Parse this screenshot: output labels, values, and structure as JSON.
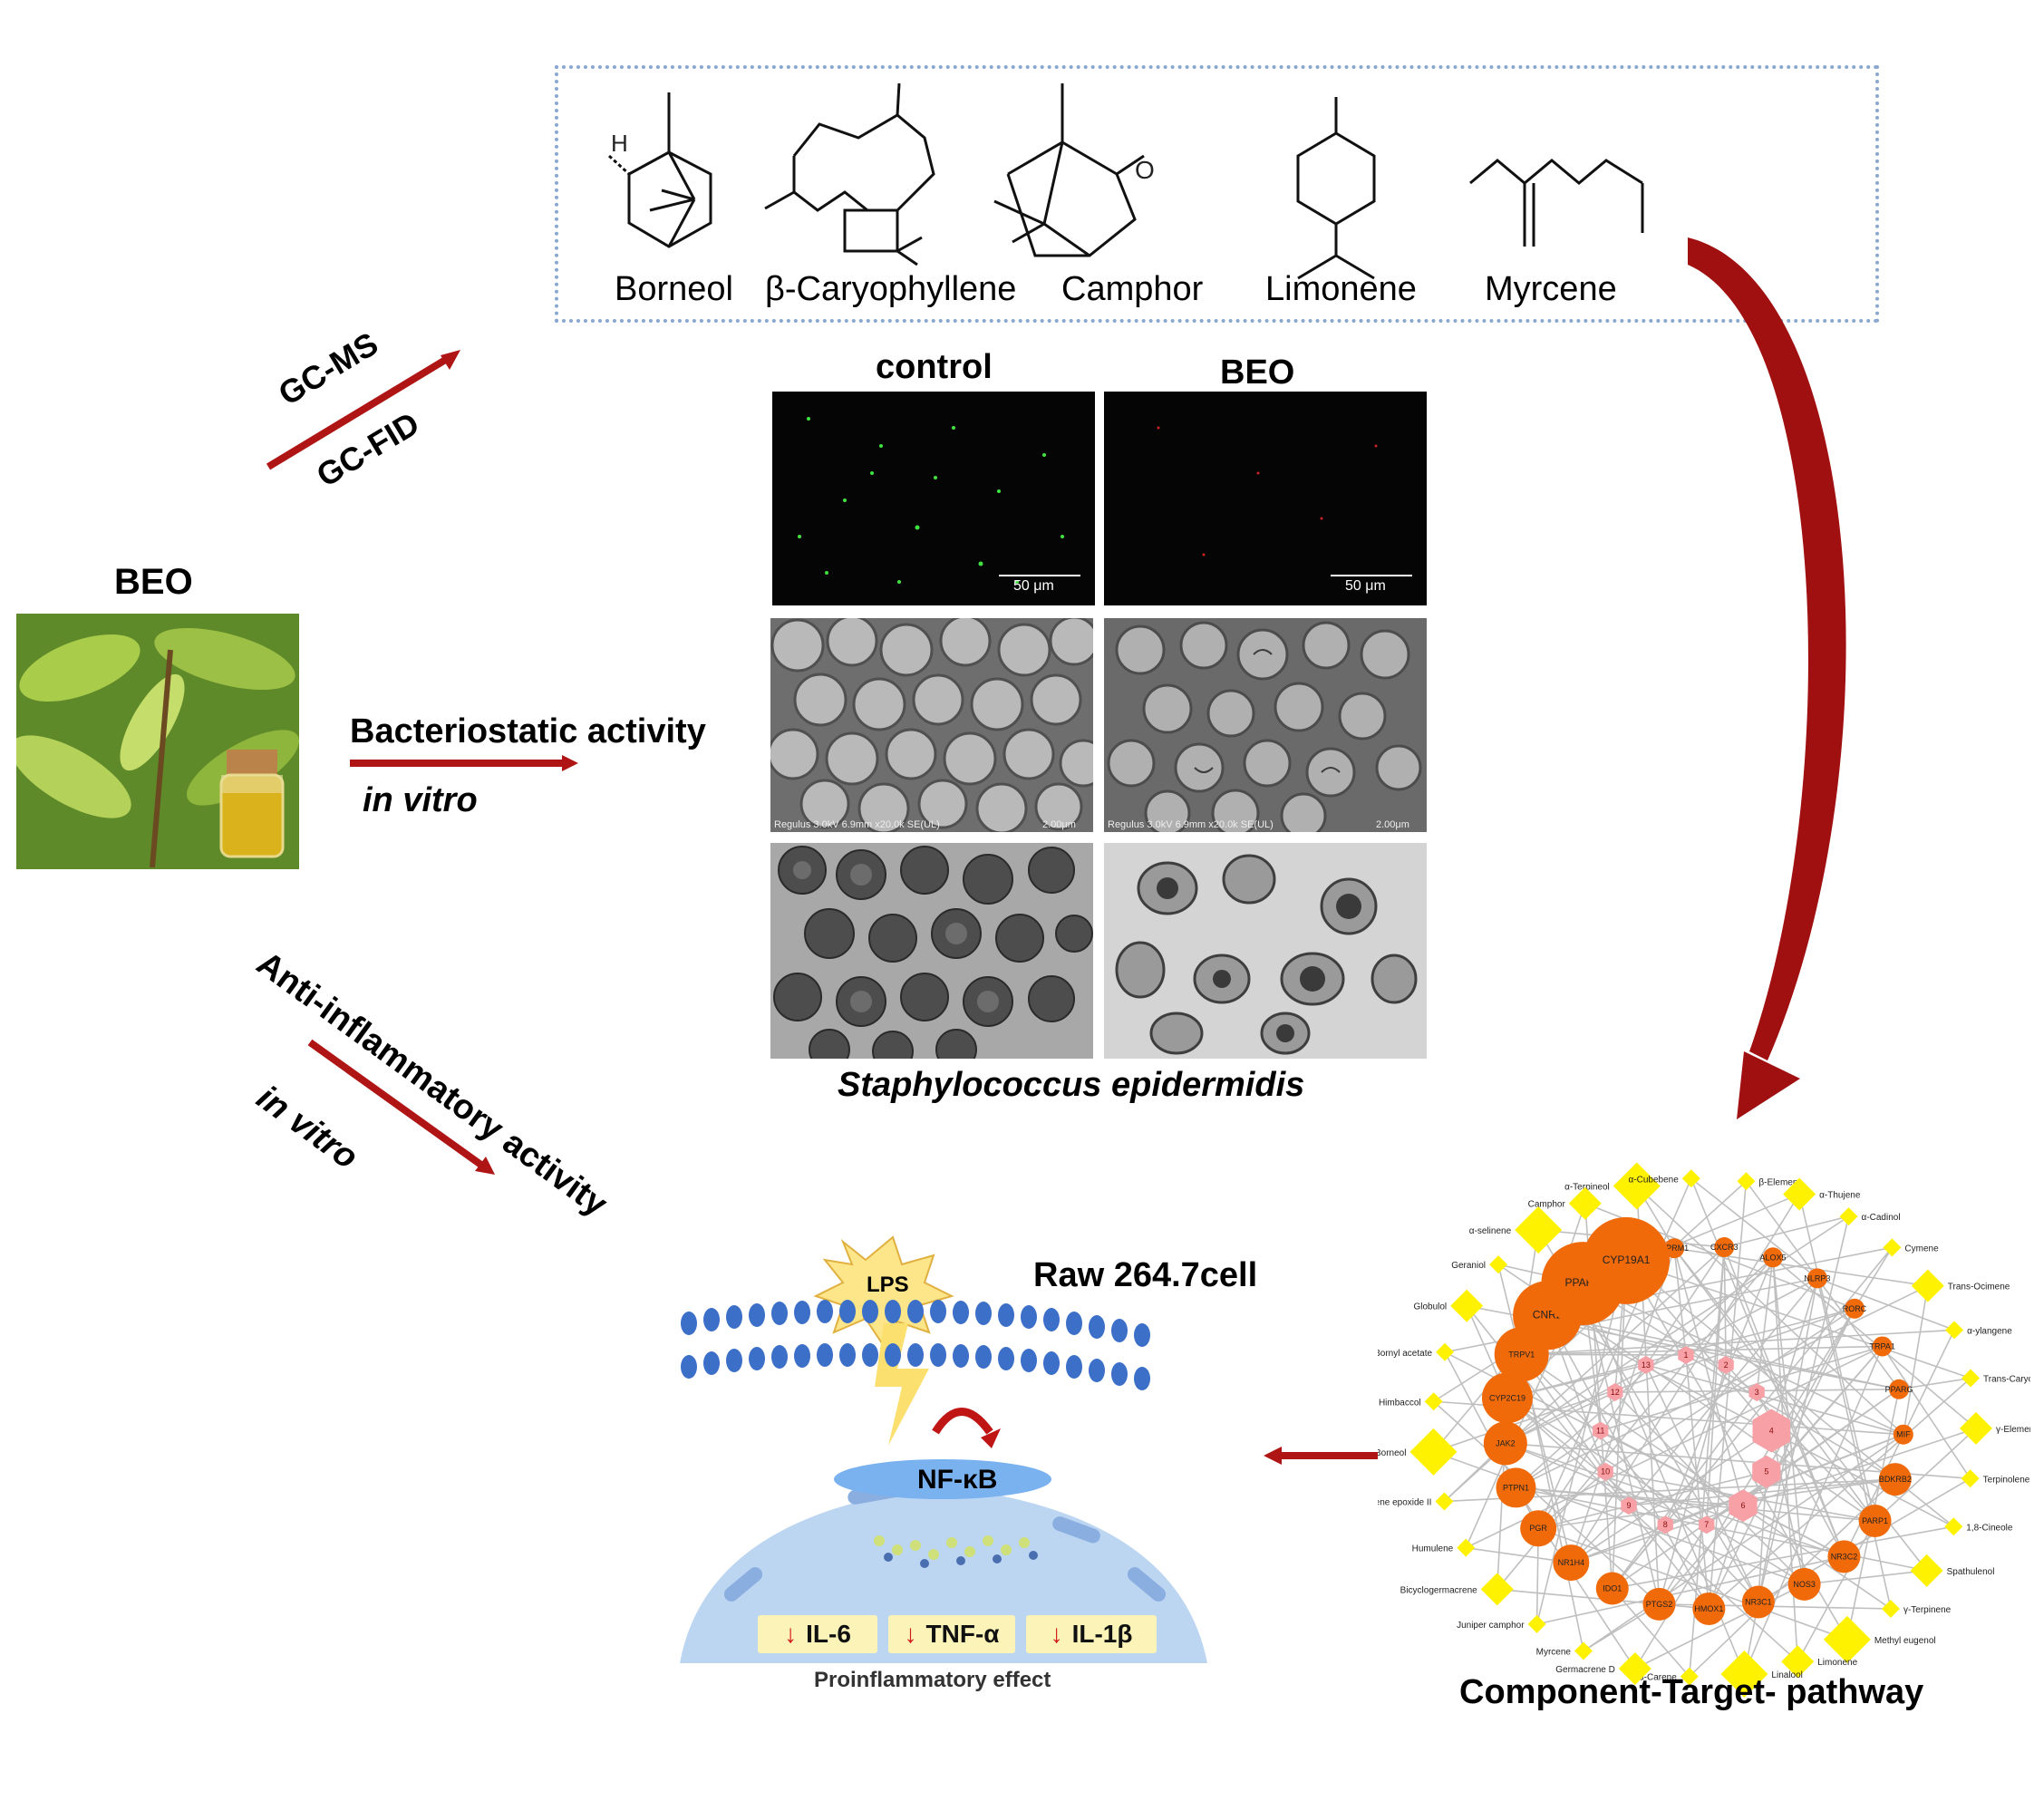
{
  "compounds": [
    "Borneol",
    "β-Caryophyllene",
    "Camphor",
    "Limonene",
    "Myrcene"
  ],
  "left": {
    "beo_label": "BEO",
    "gc_ms": "GC-MS",
    "gc_fid": "GC-FID",
    "bacteriostatic": "Bacteriostatic activity",
    "in_vitro_1": "in vitro",
    "anti_inflammatory": "Anti-inflammatory activity",
    "in_vitro_2": "in vitro"
  },
  "microscopy": {
    "col_control": "control",
    "col_beo": "BEO",
    "scale_left": "50 μm",
    "scale_right": "50 μm",
    "sem_caption_left": "Regulus 3.0kV 6.9mm x20.0k SE(UL)",
    "sem_scale_left": "2.00μm",
    "sem_caption_right": "Regulus 3.0kV 6.9mm x20.0k SE(UL)",
    "sem_scale_right": "2.00μm",
    "species": "Staphylococcus epidermidis"
  },
  "mechanism": {
    "lps": "LPS",
    "cell_line": "Raw 264.7cell",
    "nfkb": "NF-κB",
    "cytokines": [
      "IL-6",
      "TNF-α",
      "IL-1β"
    ],
    "effect": "Proinflammatory effect"
  },
  "network": {
    "title": "Component-Target- pathway",
    "component_nodes": [
      "α-Terpineol",
      "α-Cubebene",
      "β-Elemene",
      "α-Thujene",
      "α-Cadinol",
      "Cymene",
      "Trans-Ocimene",
      "α-ylangene",
      "Trans-Caryophyllene",
      "γ-Elemene",
      "Terpinolene",
      "1,8-Cineole",
      "Spathulenol",
      "γ-Terpinene",
      "Methyl eugenol",
      "Limonene",
      "Linalool",
      "3-Carene",
      "Germacrene D",
      "Myrcene",
      "Juniper camphor",
      "Bicyclogermacrene",
      "Humulene",
      "Humulene epoxide II",
      "Borneol",
      "Himbaccol",
      "Bornyl acetate",
      "Globulol",
      "Geraniol",
      "α-selinene",
      "Camphor"
    ],
    "target_nodes": [
      "OPRM1",
      "CXCR3",
      "ALOX5",
      "NLRP3",
      "RORC",
      "TRPA1",
      "PPARG",
      "MIF",
      "BDKRB2",
      "PARP1",
      "NR3C2",
      "NOS3",
      "NR3C1",
      "HMOX1",
      "PTGS2",
      "IDO1",
      "NR1H4",
      "PGR",
      "PTPN1",
      "JAK2",
      "CYP2C19",
      "TRPV1",
      "CNR2",
      "PPARA",
      "CYP19A1"
    ],
    "pathway_nodes": [
      "1",
      "2",
      "3",
      "4",
      "5",
      "6",
      "7",
      "8",
      "9",
      "10",
      "11",
      "12",
      "13"
    ]
  },
  "colors": {
    "arrow_red": "#b01515",
    "dotted_border": "#8aa7cf",
    "target_orange": "#f06a0a",
    "component_yellow": "#fff200",
    "pathway_pink": "#f7a1a6",
    "membrane_blue": "#3c6fc7",
    "nucleus_blue": "#bcd6f2"
  }
}
